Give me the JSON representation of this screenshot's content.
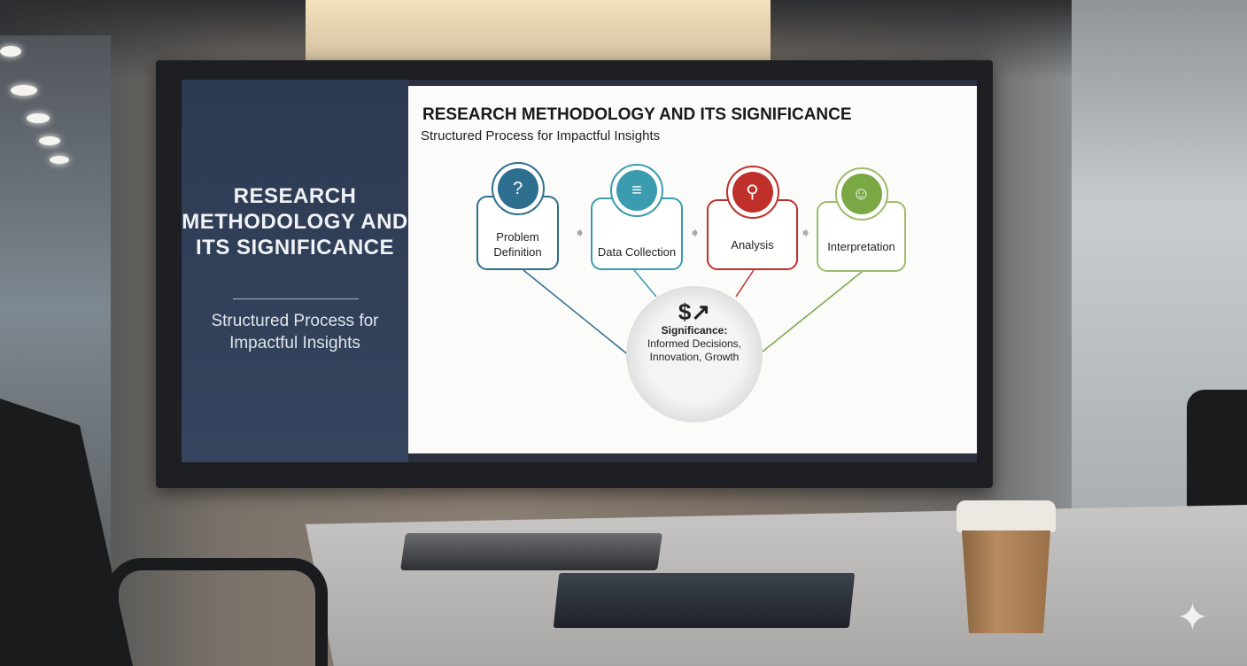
{
  "sidebar": {
    "title": "RESEARCH METHODOLOGY AND ITS SIGNIFICANCE",
    "subtitle": "Structured Process for Impactful Insights"
  },
  "slide": {
    "title": "RESEARCH METHODOLOGY AND ITS SIGNIFICANCE",
    "subtitle": "Structured Process for Impactful Insights",
    "steps": [
      {
        "label": "Problem Definition",
        "icon": "magnifier-question-icon",
        "color": "#2e6e8e"
      },
      {
        "label": "Data Collection",
        "icon": "database-icon",
        "color": "#3a9cae"
      },
      {
        "label": "Analysis",
        "icon": "analysis-chart-icon",
        "color": "#c0302a"
      },
      {
        "label": "Interpretation",
        "icon": "person-chart-icon",
        "color": "#7aa844"
      }
    ],
    "center": {
      "title": "Significance:",
      "text": "Informed Decisions, Innovation, Growth",
      "icon": "dollar-growth-icon"
    }
  }
}
